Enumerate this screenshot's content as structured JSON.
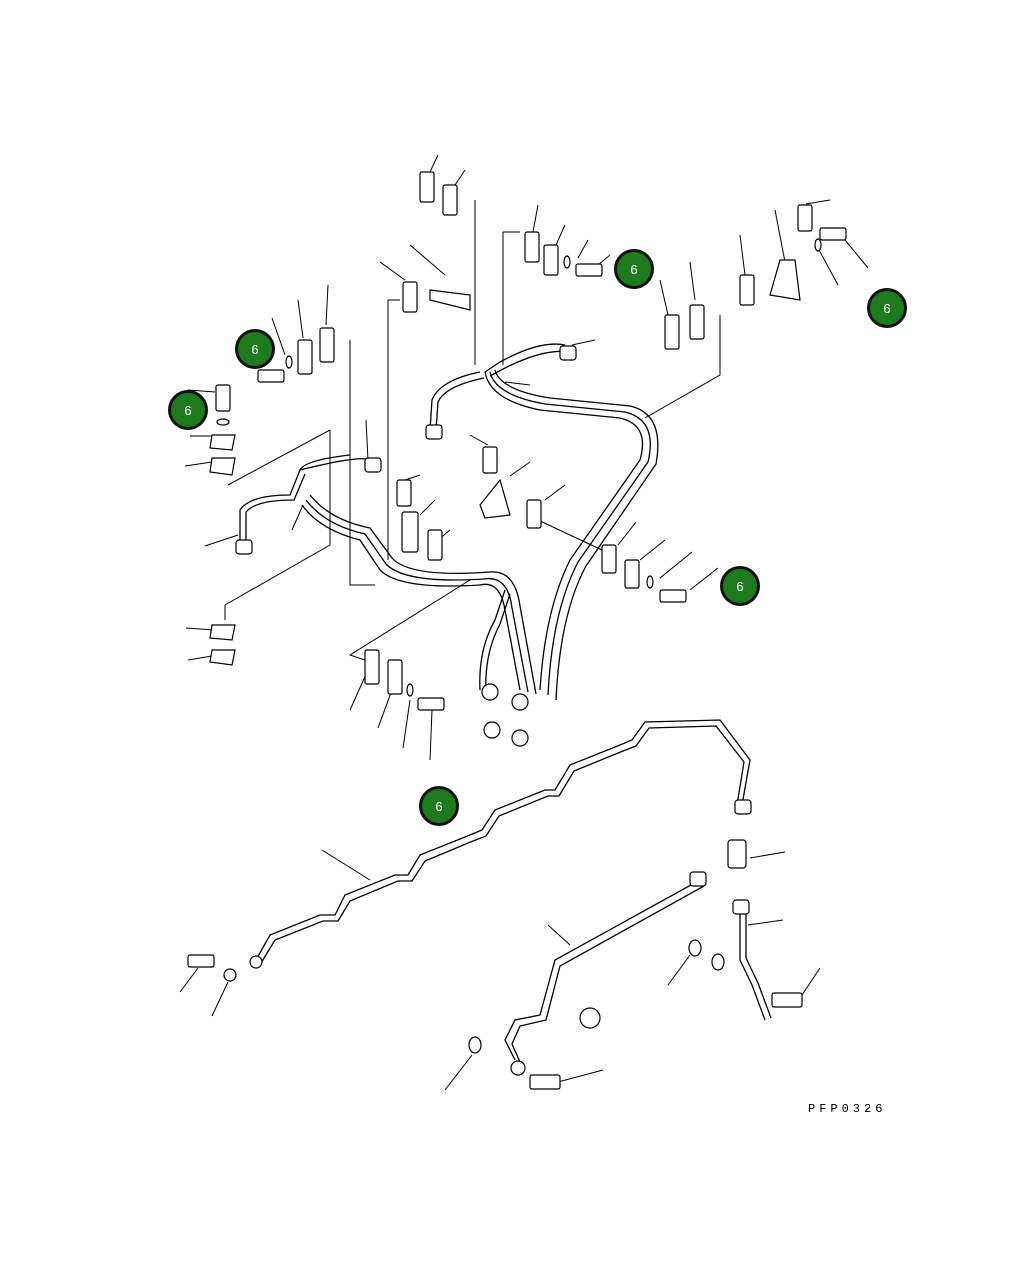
{
  "badges": [
    {
      "label": "6",
      "color": "#1d7a1d"
    },
    {
      "label": "6",
      "color": "#1d7a1d"
    },
    {
      "label": "6",
      "color": "#1d7a1d"
    },
    {
      "label": "6",
      "color": "#1d7a1d"
    },
    {
      "label": "6",
      "color": "#1d7a1d"
    },
    {
      "label": "6",
      "color": "#1d7a1d"
    }
  ],
  "drawing_code": "PFP0326"
}
